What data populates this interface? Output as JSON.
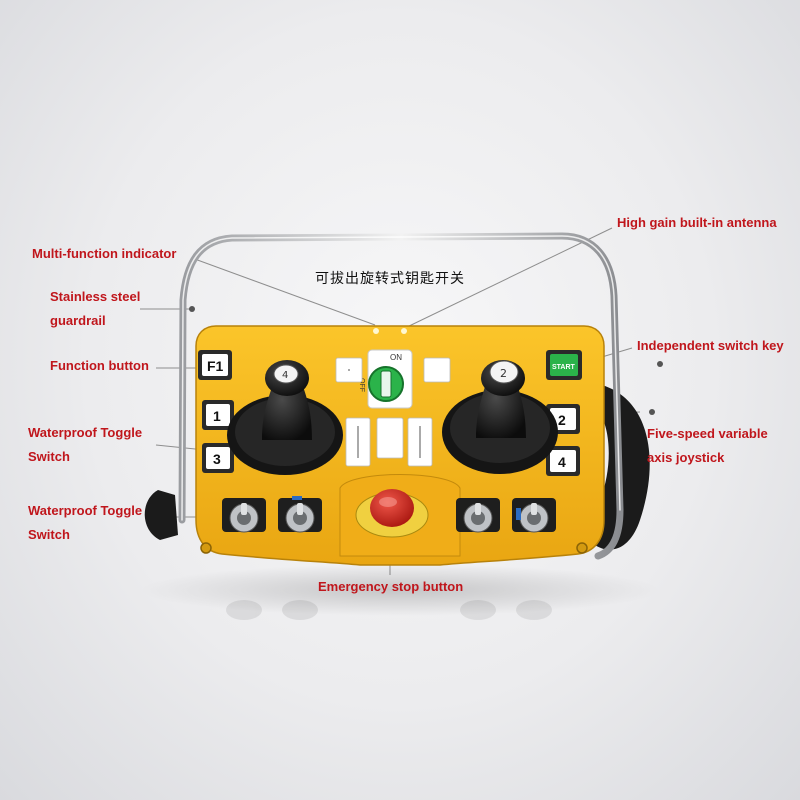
{
  "labels": {
    "multi_function_indicator": "Multi-function indicator",
    "stainless_line1": "Stainless steel",
    "stainless_line2": "guardrail",
    "function_button": "Function button",
    "wp_toggle_1_line1": "Waterproof Toggle",
    "wp_toggle_1_line2": "Switch",
    "wp_toggle_2_line1": "Waterproof Toggle",
    "wp_toggle_2_line2": "Switch",
    "high_gain_antenna": "High gain built-in antenna",
    "independent_switch_key": "Independent switch key",
    "five_speed_line1": "Five-speed variable",
    "five_speed_line2": "axis joystick",
    "emergency_stop": "Emergency stop button",
    "key_switch_cn": "可拔出旋转式钥匙开关"
  },
  "device": {
    "key_f1": "F1",
    "key_1": "1",
    "key_3": "3",
    "key_2": "2",
    "key_4": "4",
    "key_start": "START",
    "switch_on": "ON",
    "switch_off": "OFF",
    "joystick_left_glyph": "4",
    "joystick_right_glyph": "2"
  },
  "colors": {
    "label_red": "#c0161c",
    "panel_yellow": "#f5b51c",
    "key_green": "#2bb34a",
    "estop_red": "#d42a1f"
  }
}
